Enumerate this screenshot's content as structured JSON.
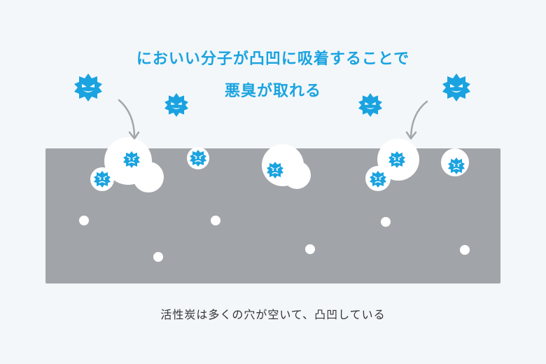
{
  "headline": {
    "line1": "においい分子が凸凹に吸着することで",
    "line2": "悪臭が取れる"
  },
  "caption": "活性炭は多くの穴が空いて、凸凹している",
  "colors": {
    "background": "#f3f7fa",
    "carbon": "#a1a4a9",
    "accent": "#1aa3e0",
    "pore": "#ffffff",
    "arrow": "#a3a6ab"
  },
  "icons": {
    "free_molecule": "angry-germ-icon",
    "adsorbed_molecule": "sad-germ-icon"
  }
}
